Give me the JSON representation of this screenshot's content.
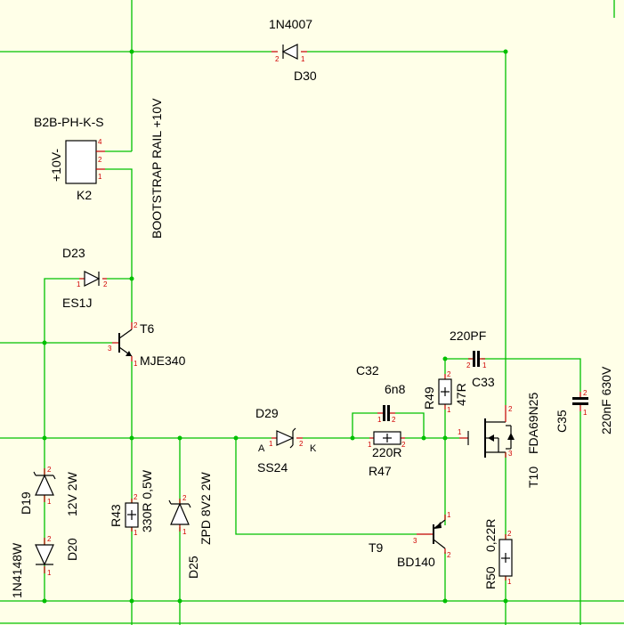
{
  "background": "#ffffe8",
  "colors": {
    "wire": "#00c000",
    "pin_lead": "#c00000",
    "symbol": "#000000"
  },
  "connector_k2": {
    "name": "K2",
    "value": "B2B-PH-K-S",
    "pin_label": "+10V-"
  },
  "rail_label": "BOOTSTRAP RAIL +10V",
  "d30": {
    "name": "D30",
    "value": "1N4007"
  },
  "d23": {
    "name": "D23",
    "value": "ES1J"
  },
  "t6": {
    "name": "T6",
    "value": "MJE340"
  },
  "d29": {
    "name": "D29",
    "value": "SS24",
    "anode": "A",
    "cathode": "K"
  },
  "c32": {
    "name": "C32",
    "value": "6n8"
  },
  "r47": {
    "name": "R47",
    "value": "220R"
  },
  "r49": {
    "name": "R49",
    "value": "47R"
  },
  "c33": {
    "name": "C33",
    "value": "220PF"
  },
  "t10": {
    "name": "T10",
    "value": "FDA69N25"
  },
  "c35": {
    "name": "C35",
    "value": "220nF 630V"
  },
  "d19": {
    "name": "D19",
    "value": "12V 2W"
  },
  "d20": {
    "name": "D20",
    "value": "1N4148W"
  },
  "r43": {
    "name": "R43",
    "value": "330R 0,5W"
  },
  "d25": {
    "name": "D25",
    "value": "ZPD 8V2  2W"
  },
  "t9": {
    "name": "T9",
    "value": "BD140"
  },
  "r50": {
    "name": "R50",
    "value": "0,22R"
  },
  "pin_numbers": {
    "p1": "1",
    "p2": "2",
    "p3": "3",
    "p4": "4"
  }
}
